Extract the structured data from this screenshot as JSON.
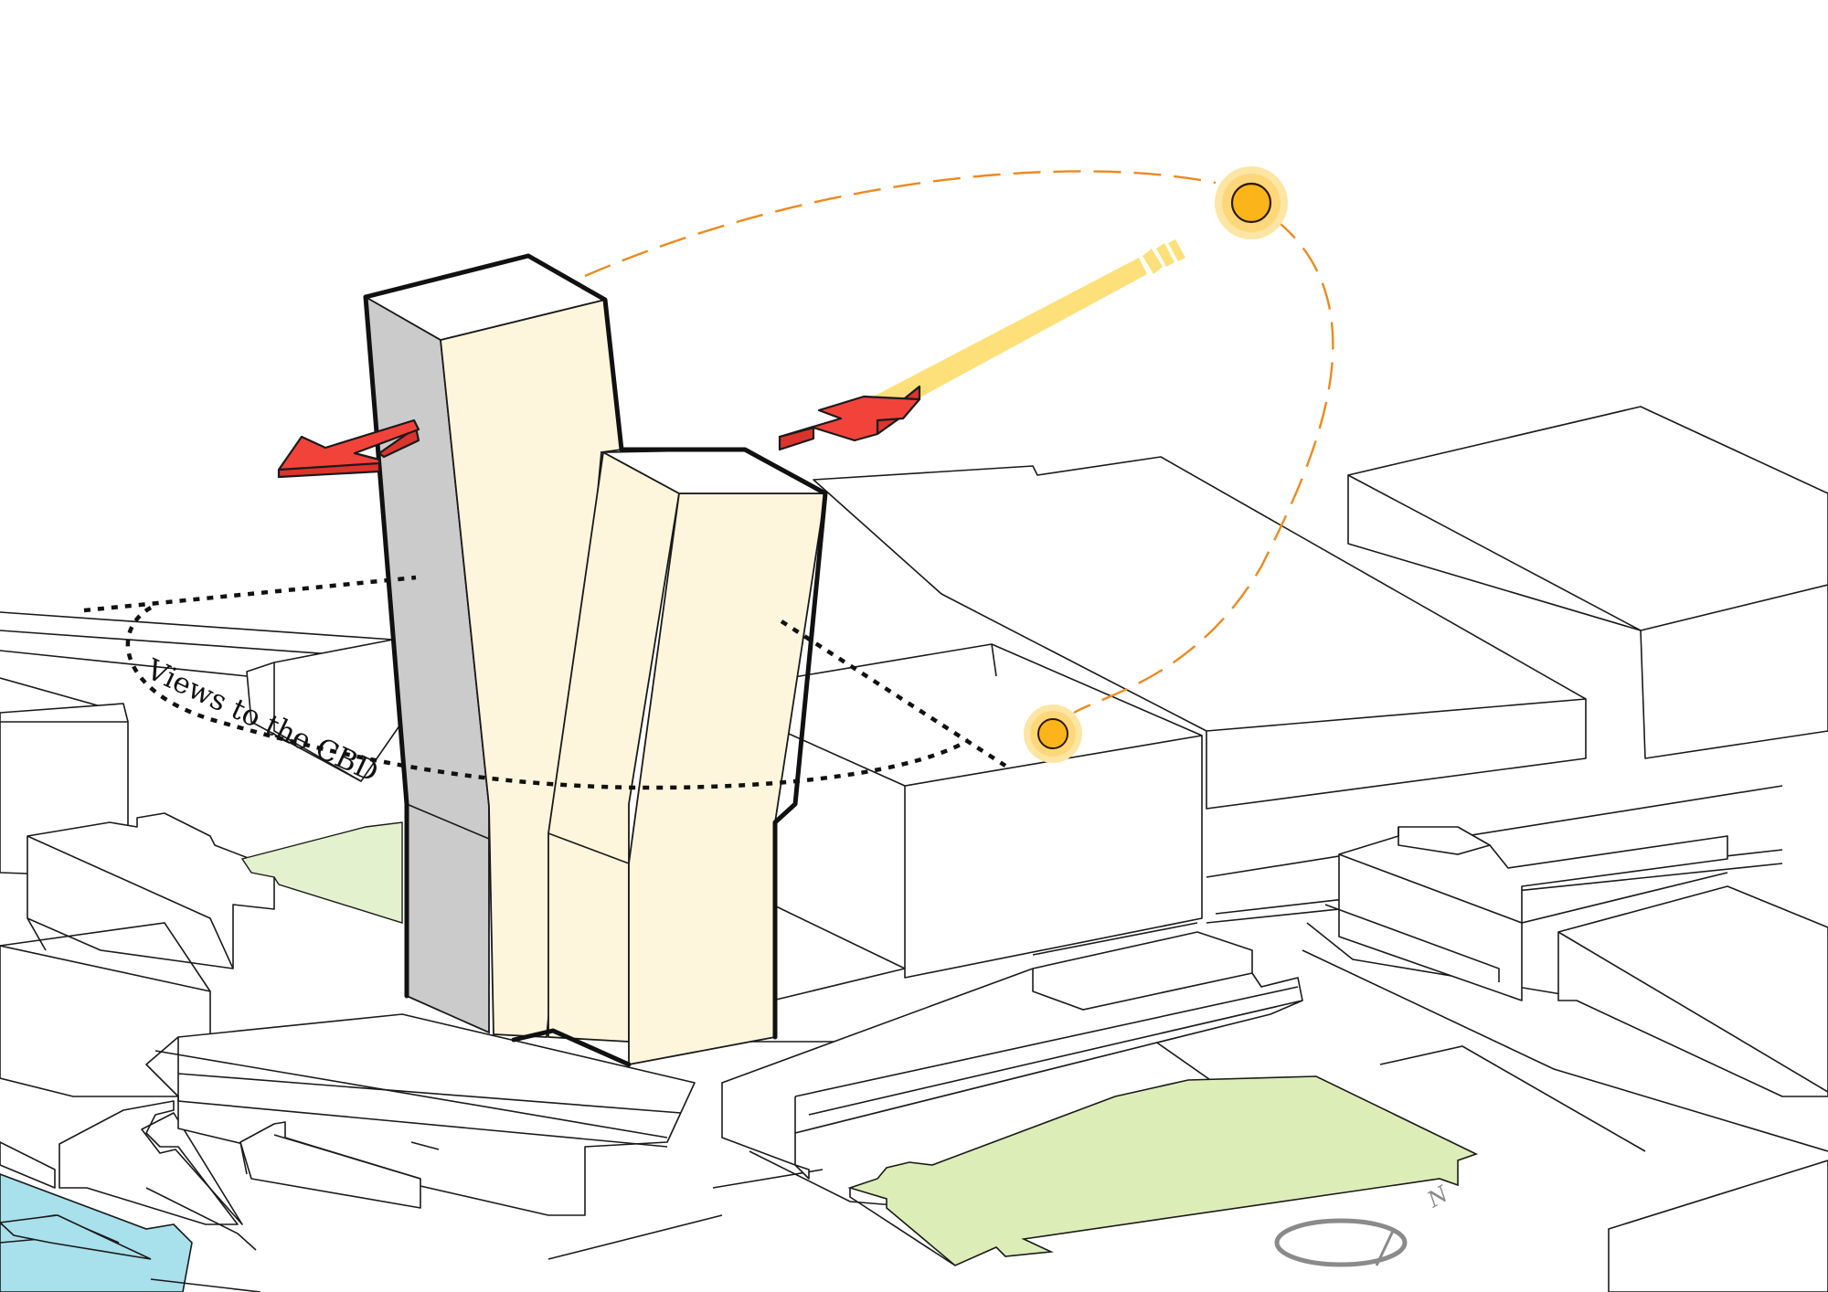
{
  "diagram": {
    "type": "architectural massing / solar and views diagram",
    "annotations": {
      "views_label": "Views to the CBD",
      "north_label": "N"
    },
    "colors": {
      "tower_lit_face": "#fdf6dc",
      "tower_shaded_face": "#cbcbcb",
      "sun_path": "#ec8a1f",
      "sun_core": "#fbb41a",
      "sun_halo": "#fdd77a",
      "sun_ray": "#fde07a",
      "wind_arrow": "#f2433b",
      "park": "#dcedb8",
      "water": "#a8e0ec",
      "compass": "#8a8a8a"
    },
    "elements": {
      "towers": [
        "tall-tower",
        "short-tower"
      ],
      "suns": [
        "sun-high",
        "sun-low"
      ],
      "arrows": [
        "wind-arrow-west",
        "wind-arrow-east"
      ],
      "overlays": [
        "sun-path-ellipse",
        "sun-ray",
        "views-dotted-arc",
        "compass"
      ]
    }
  }
}
